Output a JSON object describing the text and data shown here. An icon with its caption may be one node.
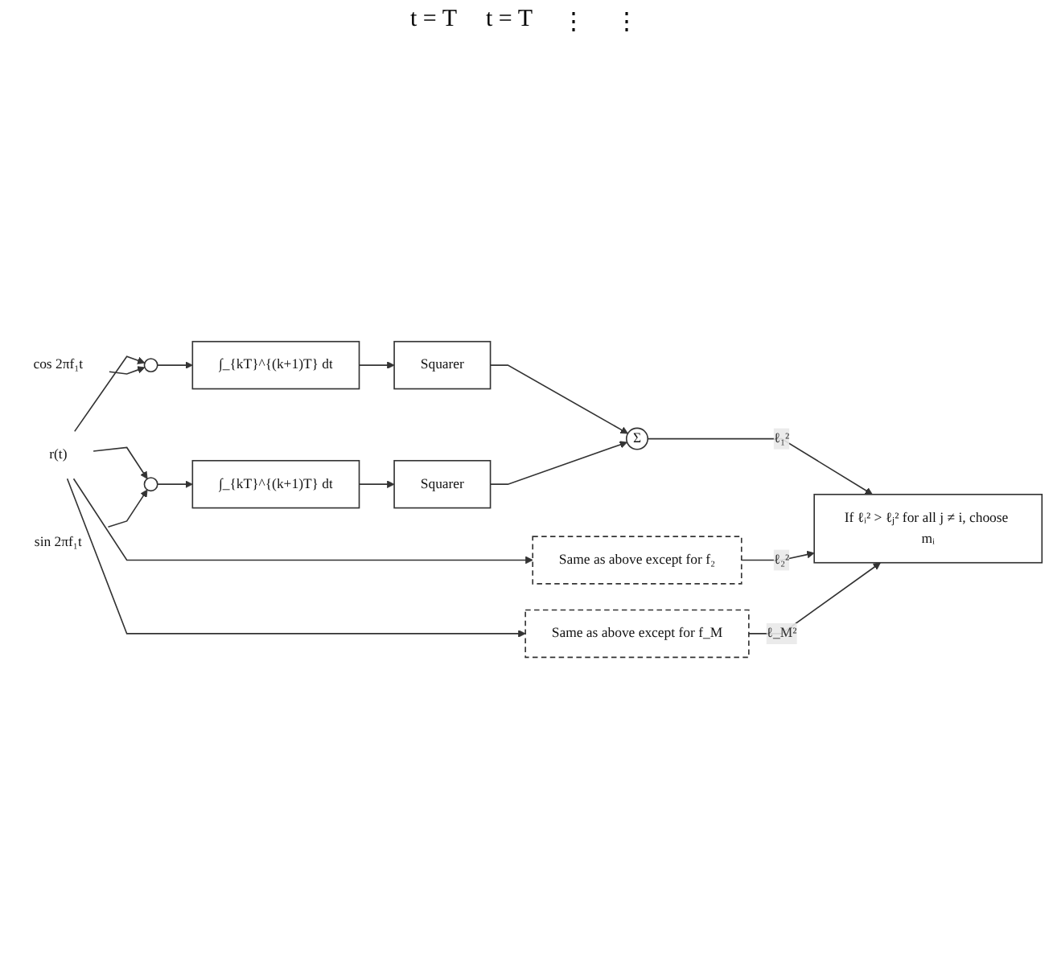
{
  "diagram": {
    "nodes": [
      {
        "text": [
          "r(t)"
        ]
      },
      {
        "text": [],
        "shape": "circle"
      },
      {
        "text": [
          "cos 2πf₁t"
        ]
      },
      {
        "text": [
          "∫_{kT}^{(k+1)T} dt"
        ]
      },
      {
        "text": [
          "Squarer"
        ]
      },
      {
        "text": [],
        "shape": "circle"
      },
      {
        "text": [
          "sin 2πf₁t"
        ]
      },
      {
        "text": [
          "∫_{kT}^{(k+1)T} dt"
        ]
      },
      {
        "text": [
          "Squarer"
        ]
      },
      {
        "text": [
          "Σ"
        ]
      },
      {
        "text": [
          "Same as above except for f₂"
        ]
      },
      {
        "text": [
          "Same as above except for f_M"
        ]
      },
      {
        "text": [
          "If ℓᵢ² > ℓⱼ² for all j ≠ i, choose mᵢ"
        ]
      }
    ],
    "edges": [
      {
        "from": 0,
        "to": 1,
        "arrow": "to"
      },
      {
        "from": 0,
        "to": 5,
        "arrow": "to"
      },
      {
        "from": 0,
        "to": 10,
        "arrow": "to"
      },
      {
        "from": 0,
        "to": 11,
        "arrow": "to"
      },
      {
        "from": 2,
        "to": 1,
        "arrow": "to"
      },
      {
        "from": 1,
        "to": 3,
        "arrow": "to"
      },
      {
        "from": 3,
        "to": 4,
        "arrow": "to"
      },
      {
        "from": 6,
        "to": 5,
        "arrow": "to"
      },
      {
        "from": 5,
        "to": 7,
        "arrow": "to"
      },
      {
        "from": 7,
        "to": 8,
        "arrow": "to"
      },
      {
        "from": 4,
        "to": 9,
        "arrow": "to"
      },
      {
        "from": 8,
        "to": 9,
        "arrow": "to"
      },
      {
        "from": 9,
        "to": 12,
        "arrow": "to",
        "label": "ℓ₁²"
      },
      {
        "from": 10,
        "to": 12,
        "arrow": "to",
        "label": "ℓ₂²"
      },
      {
        "from": 11,
        "to": 12,
        "arrow": "to",
        "label": "ℓ_M²"
      }
    ],
    "labels": [
      "t = T",
      "t = T",
      "⋮",
      "⋮"
    ]
  }
}
